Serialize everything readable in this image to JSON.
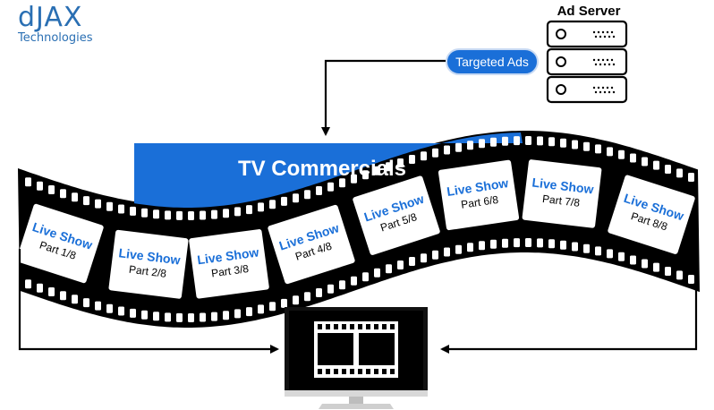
{
  "brand": {
    "name": "dJAX",
    "tagline": "Technologies"
  },
  "ad_server": {
    "title": "Ad Server",
    "units": 3
  },
  "targeted_ads_label": "Targeted Ads",
  "band_label": "TV Commercials",
  "frames": [
    {
      "title": "Live Show",
      "part": "Part 1/8"
    },
    {
      "title": "Live Show",
      "part": "Part 2/8"
    },
    {
      "title": "Live Show",
      "part": "Part 3/8"
    },
    {
      "title": "Live Show",
      "part": "Part 4/8"
    },
    {
      "title": "Live Show",
      "part": "Part 5/8"
    },
    {
      "title": "Live Show",
      "part": "Part 6/8"
    },
    {
      "title": "Live Show",
      "part": "Part 7/8"
    },
    {
      "title": "Live Show",
      "part": "Part 8/8"
    }
  ],
  "colors": {
    "brand": "#2a6fb3",
    "accent": "#1a6fd8",
    "film": "#000000",
    "frame_text": "#1a6fd8"
  }
}
